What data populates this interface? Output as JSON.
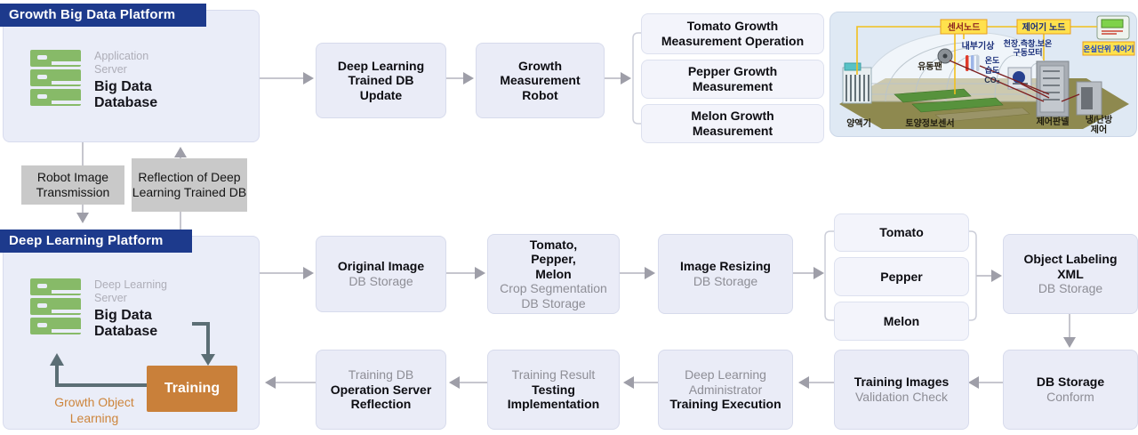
{
  "colors": {
    "banner_blue": "#1d3a8c",
    "node_fill": "#eaecf7",
    "node_fill_light": "#f3f4fb",
    "gray_label_fill": "#c9c9c9",
    "arrow_gray": "#9e9ea8",
    "dark_arrow": "#5b6e75",
    "training_orange": "#c9803a",
    "loop_text_orange": "#cd853c",
    "server_green": "#87ba68"
  },
  "platform_top": {
    "title": "Growth Big Data Platform",
    "server_role": "Application\nServer",
    "server_name": "Big Data\nDatabase"
  },
  "platform_bottom": {
    "title": "Deep Learning Platform",
    "server_role": "Deep Learning\nServer",
    "server_name": "Big Data\nDatabase",
    "training_label": "Training",
    "loop_label": "Growth Object Learning"
  },
  "transfers": {
    "robot_image": "Robot Image Transmission",
    "reflection": "Reflection of Deep Learning Trained DB"
  },
  "top_flow": {
    "db_update": "Deep Learning Trained DB Update",
    "robot": "Growth Measurement Robot",
    "measurements": [
      "Tomato Growth Measurement Operation",
      "Pepper Growth Measurement",
      "Melon Growth Measurement"
    ]
  },
  "mid_flow": {
    "original_image": {
      "title": "Original Image",
      "sub": "DB Storage"
    },
    "crop_segmentation": {
      "title": "Tomato, Pepper, Melon",
      "sub1": "Crop Segmentation",
      "sub2": "DB Storage"
    },
    "image_resizing": {
      "title": "Image Resizing",
      "sub": "DB Storage"
    },
    "crops": [
      "Tomato",
      "Pepper",
      "Melon"
    ],
    "object_labeling": {
      "title": "Object Labeling XML",
      "sub": "DB Storage"
    }
  },
  "bottom_flow": {
    "conform": {
      "title": "DB Storage",
      "sub": "Conform"
    },
    "validation": {
      "title": "Training Images",
      "sub": "Validation Check"
    },
    "execution": {
      "sub": "Deep Learning Administrator",
      "title": "Training Execution"
    },
    "testing": {
      "sub": "Training Result",
      "title": "Testing Implementation"
    },
    "reflection": {
      "sub": "Training DB",
      "title": "Operation Server Reflection"
    }
  },
  "greenhouse": {
    "sensor_node": "센서노드",
    "controller_node": "제어기 노드",
    "greenhouse_controller": "온실단위 제어기",
    "indoor_weather": "내부기상",
    "drive_motor_1": "천장.측창.보온",
    "drive_motor_2": "구동모터",
    "temperature": "온도",
    "humidity": "습도",
    "co2": "CO₂",
    "flow_fan": "유동팬",
    "nutrient_machine": "양액기",
    "soil_sensor": "토양정보센서",
    "control_panel": "제어판넬",
    "cooling_heating_1": "냉/난방",
    "cooling_heating_2": "제어"
  }
}
